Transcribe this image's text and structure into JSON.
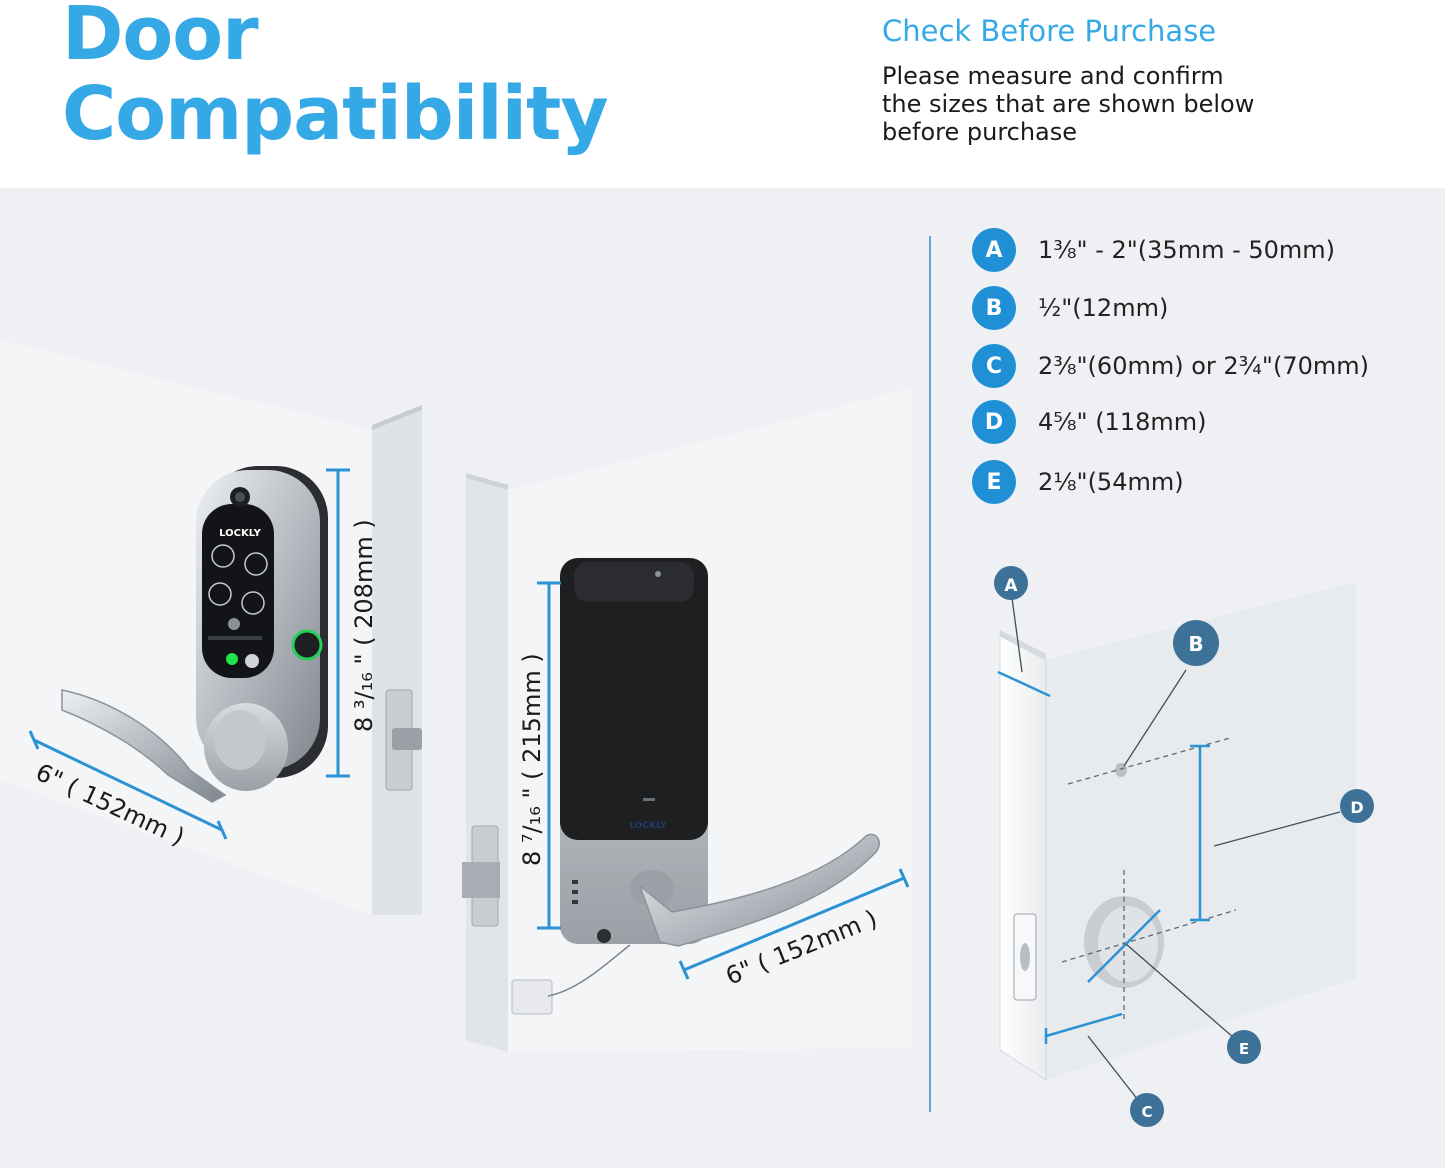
{
  "header": {
    "title_line1": "Door",
    "title_line2": "Compatibility",
    "check_title": "Check Before Purchase",
    "check_body_line1": "Please measure and confirm",
    "check_body_line2": "the sizes that are shown below",
    "check_body_line3": "before purchase"
  },
  "specs": [
    {
      "letter": "A",
      "text": "1³⁄₈\" - 2\"(35mm - 50mm)"
    },
    {
      "letter": "B",
      "text": "½\"(12mm)"
    },
    {
      "letter": "C",
      "text": "2³⁄₈\"(60mm) or 2³⁄₄\"(70mm)"
    },
    {
      "letter": "D",
      "text": "4⁵⁄₈\" (118mm)"
    },
    {
      "letter": "E",
      "text": "2⅛\"(54mm)"
    }
  ],
  "lock1": {
    "height_label": "8 ³/₁₆ \" ( 208mm )",
    "width_label": "6\" ( 152mm )",
    "brand": "LOCKLY"
  },
  "lock2": {
    "height_label": "8 ⁷/₁₆ \" ( 215mm )",
    "width_label": "6\" ( 152mm )",
    "brand": "LOCKLY"
  },
  "diagram": {
    "markers": [
      "A",
      "B",
      "C",
      "D",
      "E"
    ]
  },
  "colors": {
    "accent": "#35a9e6",
    "badge": "#1f8fd6",
    "marker": "#3d7198",
    "dimension": "#2b93d4"
  }
}
